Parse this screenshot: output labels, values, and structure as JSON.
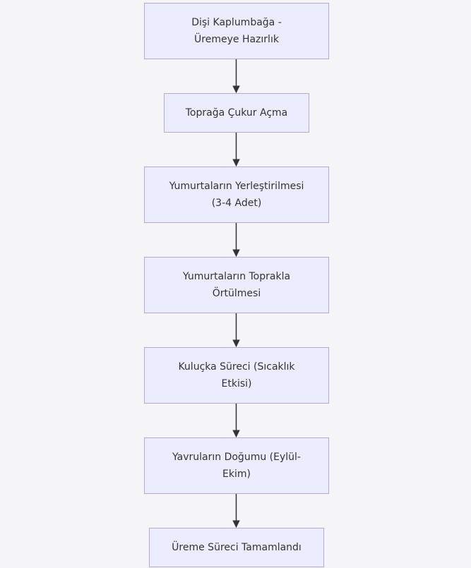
{
  "nodes": {
    "n1": "Dişi Kaplumbağa - Üremeye Hazırlık",
    "n2": "Toprağa Çukur Açma",
    "n3": "Yumurtaların Yerleştirilmesi (3-4 Adet)",
    "n4": "Yumurtaların Toprakla Örtülmesi",
    "n5": "Kuluçka Süreci (Sıcaklık Etkisi)",
    "n6": "Yavruların Doğumu (Eylül-Ekim)",
    "n7": "Üreme Süreci Tamamlandı"
  },
  "edges": [
    {
      "from": "n1",
      "to": "n2"
    },
    {
      "from": "n2",
      "to": "n3"
    },
    {
      "from": "n3",
      "to": "n4"
    },
    {
      "from": "n4",
      "to": "n5"
    },
    {
      "from": "n5",
      "to": "n6"
    },
    {
      "from": "n6",
      "to": "n7"
    }
  ],
  "colors": {
    "background": "#f5f5f7",
    "node_fill": "#ececff",
    "node_border": "#b4a7dc",
    "text": "#333333",
    "edge": "#333333"
  }
}
